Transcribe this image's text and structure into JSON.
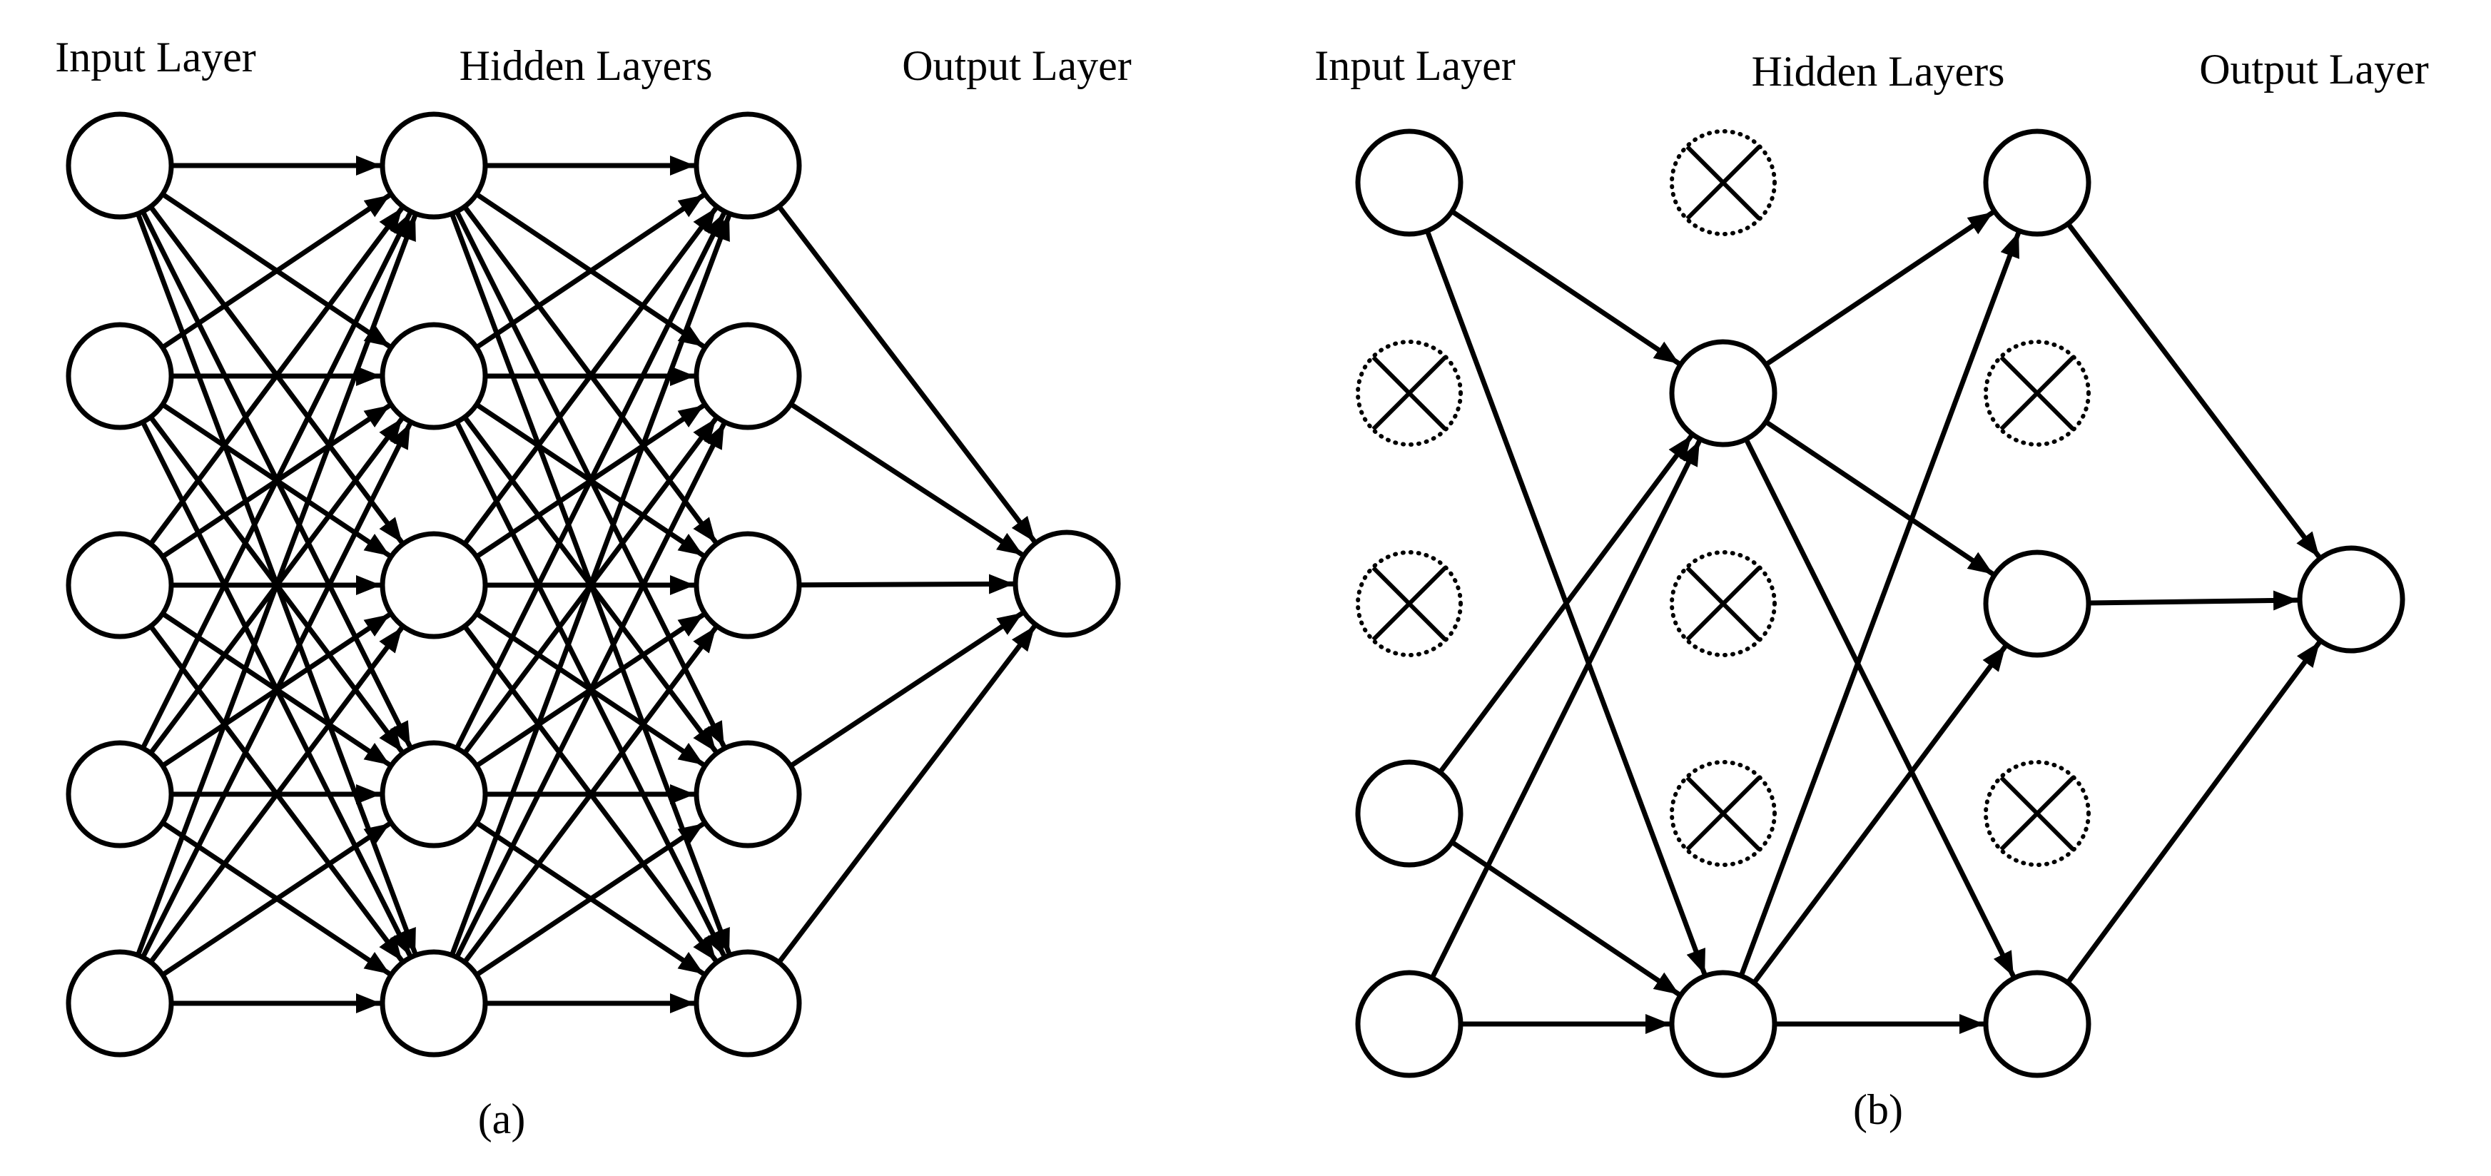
{
  "colors": {
    "stroke": "#000000",
    "background": "#ffffff"
  },
  "panels": [
    {
      "id": "a",
      "caption": "(a)",
      "labels": {
        "input": "Input Layer",
        "hidden": "Hidden Layers",
        "output": "Output Layer"
      },
      "layers": [
        {
          "nodes": [
            {
              "state": "active"
            },
            {
              "state": "active"
            },
            {
              "state": "active"
            },
            {
              "state": "active"
            },
            {
              "state": "active"
            }
          ]
        },
        {
          "nodes": [
            {
              "state": "active"
            },
            {
              "state": "active"
            },
            {
              "state": "active"
            },
            {
              "state": "active"
            },
            {
              "state": "active"
            }
          ]
        },
        {
          "nodes": [
            {
              "state": "active"
            },
            {
              "state": "active"
            },
            {
              "state": "active"
            },
            {
              "state": "active"
            },
            {
              "state": "active"
            }
          ]
        },
        {
          "nodes": [
            {
              "state": "active"
            }
          ]
        }
      ],
      "connections": "full"
    },
    {
      "id": "b",
      "caption": "(b)",
      "labels": {
        "input": "Input Layer",
        "hidden": "Hidden Layers",
        "output": "Output Layer"
      },
      "layers": [
        {
          "nodes": [
            {
              "state": "active"
            },
            {
              "state": "dropped"
            },
            {
              "state": "dropped"
            },
            {
              "state": "active"
            },
            {
              "state": "active"
            }
          ]
        },
        {
          "nodes": [
            {
              "state": "dropped"
            },
            {
              "state": "active"
            },
            {
              "state": "dropped"
            },
            {
              "state": "dropped"
            },
            {
              "state": "active"
            }
          ]
        },
        {
          "nodes": [
            {
              "state": "active"
            },
            {
              "state": "dropped"
            },
            {
              "state": "active"
            },
            {
              "state": "dropped"
            },
            {
              "state": "active"
            }
          ]
        },
        {
          "nodes": [
            {
              "state": "active"
            }
          ]
        }
      ],
      "connections": "active-only"
    }
  ]
}
